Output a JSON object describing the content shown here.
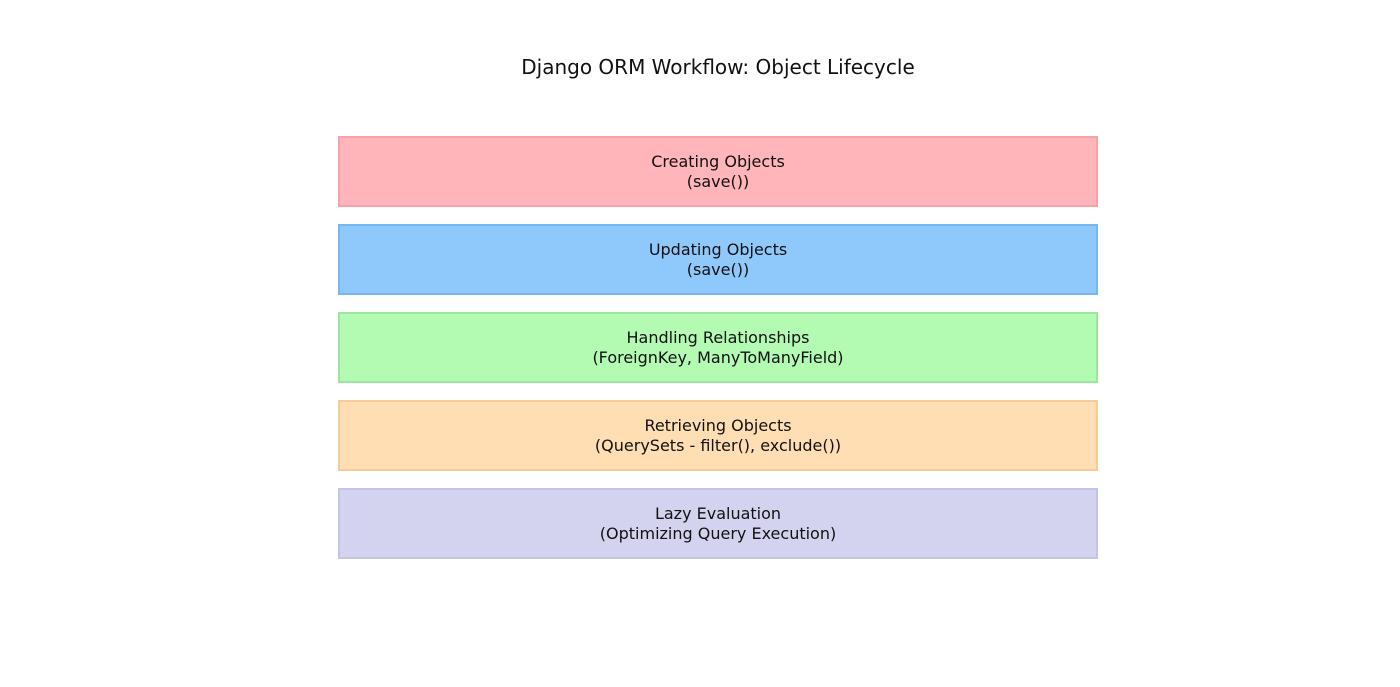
{
  "figure": {
    "title": "Django ORM Workflow: Object Lifecycle",
    "background": "#ffffff",
    "text_color": "#111111"
  },
  "steps": [
    {
      "name": "Creating Objects",
      "detail": "(save())",
      "fill": "#ffb5ba",
      "border": "#f9a0a8"
    },
    {
      "name": "Updating Objects",
      "detail": "(save())",
      "fill": "#8fc9fc",
      "border": "#75b7f1"
    },
    {
      "name": "Handling Relationships",
      "detail": "(ForeignKey, ManyToManyField)",
      "fill": "#b3fab3",
      "border": "#9de69d"
    },
    {
      "name": "Retrieving Objects",
      "detail": "(QuerySets - filter(), exclude())",
      "fill": "#ffdeb3",
      "border": "#f6cb98"
    },
    {
      "name": "Lazy Evaluation",
      "detail": "(Optimizing Query Execution)",
      "fill": "#d3d3ef",
      "border": "#c4c4e7"
    }
  ]
}
